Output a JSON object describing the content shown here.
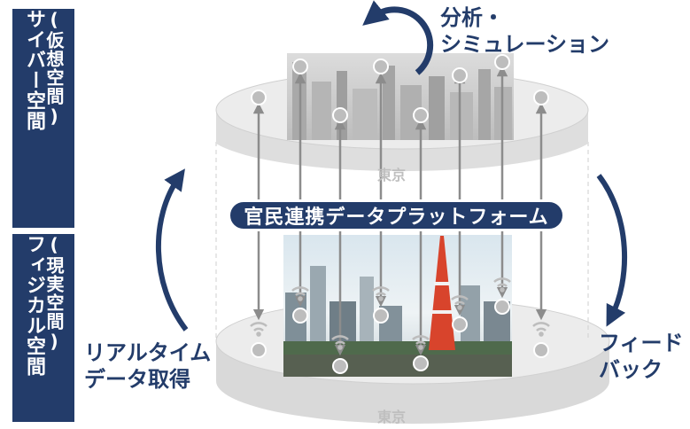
{
  "cyber_space": {
    "title": "サイバー空間",
    "subtitle": "(仮想空間)"
  },
  "physical_space": {
    "title": "フィジカル空間",
    "subtitle": "(現実空間)"
  },
  "analysis": {
    "line1": "分析・",
    "line2": "シミュレーション"
  },
  "realtime": {
    "line1": "リアルタイム",
    "line2": "データ取得"
  },
  "feedback": {
    "line1": "フィード",
    "line2": "バック"
  },
  "platform": {
    "label": "官民連携データプラットフォーム"
  },
  "disk_top": {
    "city": "東京"
  },
  "disk_bottom": {
    "city": "東京"
  },
  "colors": {
    "navy": "#233c6a",
    "disk": "#e6e6e6",
    "arrow": "#8c8c8c"
  }
}
